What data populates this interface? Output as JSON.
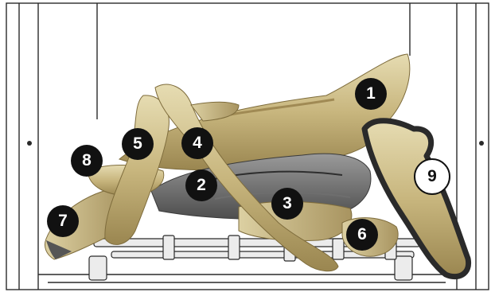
{
  "callouts": [
    {
      "label": "1"
    },
    {
      "label": "2"
    },
    {
      "label": "3"
    },
    {
      "label": "4"
    },
    {
      "label": "5"
    },
    {
      "label": "6"
    },
    {
      "label": "7"
    },
    {
      "label": "8"
    },
    {
      "label": "9",
      "highlighted": true
    }
  ],
  "colors": {
    "log_light": "#d8ccA0",
    "log_mid": "#b8a66e",
    "log_shadow": "#8c7a48",
    "grate": "#e7e7e7",
    "outline": "#2a2a2a",
    "callout_fill": "#111111",
    "callout_text": "#ffffff"
  },
  "icons": [
    "log-piece",
    "grate",
    "highlight-outline"
  ]
}
